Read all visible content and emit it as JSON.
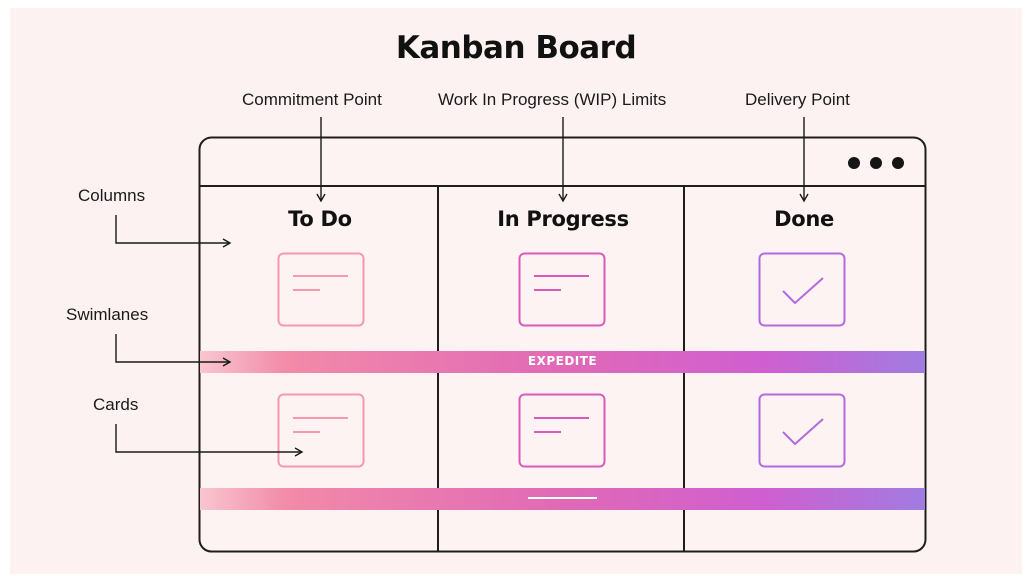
{
  "title": "Kanban Board",
  "annotations": {
    "commitment_point": "Commitment Point",
    "wip_limits": "Work In Progress (WIP) Limits",
    "delivery_point": "Delivery Point",
    "columns": "Columns",
    "swimlanes": "Swimlanes",
    "cards": "Cards"
  },
  "columns": [
    "To Do",
    "In Progress",
    "Done"
  ],
  "swimlane_label": "EXPEDITE",
  "window_menu_icon": "more-dots-icon",
  "colors": {
    "background": "#fcf2f1",
    "outline": "#1e1e1e",
    "card_todo": "#f49aae",
    "card_progress": "#d95bbd",
    "card_done": "#b06be0",
    "gradient_start": "#f7c0cb",
    "gradient_mid1": "#ef7aa0",
    "gradient_mid2": "#d85cc8",
    "gradient_end": "#9c7ee0"
  }
}
